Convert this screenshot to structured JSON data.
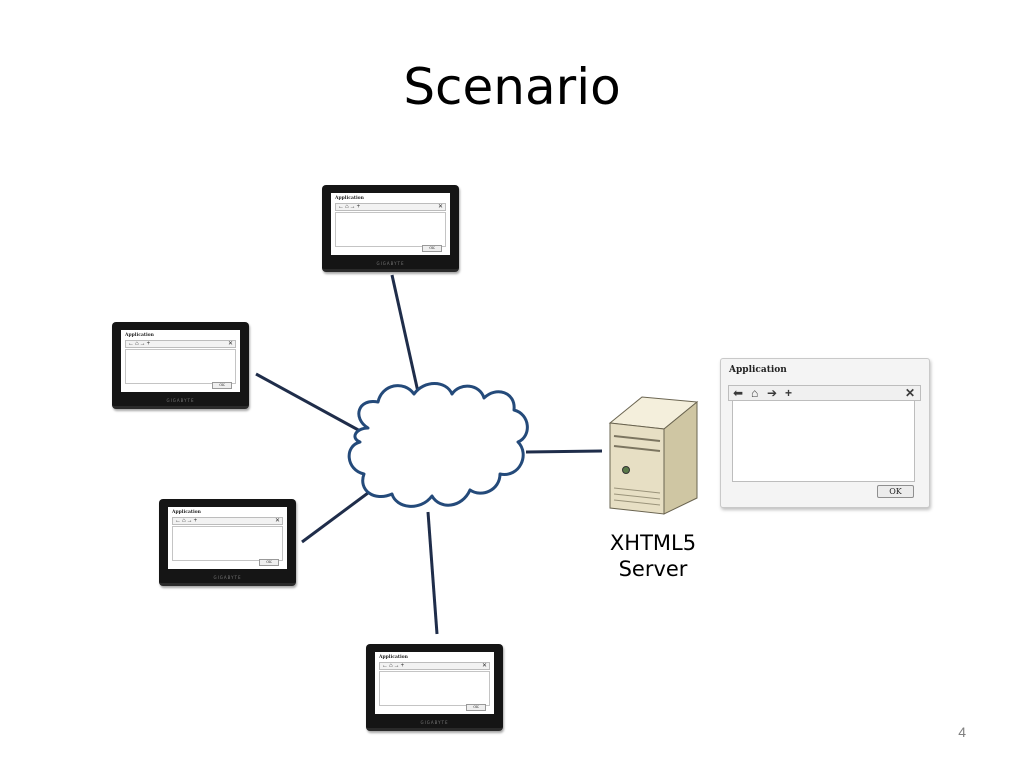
{
  "slide": {
    "title": "Scenario",
    "page_number": "4"
  },
  "server": {
    "label_line1": "XHTML5",
    "label_line2": "Server"
  },
  "app_window": {
    "title": "Application",
    "toolbar_icons": [
      "back-arrow-icon",
      "home-icon",
      "forward-arrow-icon",
      "add-icon"
    ],
    "close_icon": "close-icon",
    "ok_label": "OK"
  },
  "tablet": {
    "app_title": "Application",
    "ok_label": "OK",
    "brand": "GIGABYTE"
  },
  "colors": {
    "link_line": "#1f2d4a",
    "cloud_stroke": "#244a7a",
    "server_body": "#e7dfc4"
  }
}
